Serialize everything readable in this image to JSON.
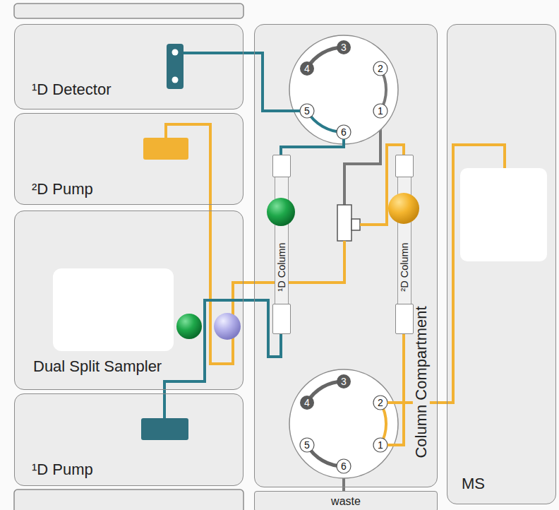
{
  "diagram": {
    "nodes": [
      {
        "text": [
          "¹D Detector"
        ]
      },
      {
        "text": [
          "²D Pump"
        ]
      },
      {
        "text": [
          "Dual Split Sampler"
        ]
      },
      {
        "text": [
          "¹D Pump"
        ]
      },
      {
        "text": [
          "Column Compartment"
        ]
      },
      {
        "text": [
          "¹D Column"
        ],
        "in": 4
      },
      {
        "text": [
          "²D Column"
        ],
        "in": 4
      },
      {
        "text": [
          "waste"
        ]
      },
      {
        "text": [
          "MS"
        ]
      }
    ],
    "edges": [
      {
        "from": 3,
        "to": 2,
        "arrow": "none"
      },
      {
        "from": 1,
        "to": 2,
        "arrow": "none"
      },
      {
        "from": 2,
        "to": 5,
        "arrow": "none"
      },
      {
        "from": 2,
        "to": 6,
        "arrow": "none"
      },
      {
        "from": 5,
        "to": 0,
        "arrow": "none"
      },
      {
        "from": 6,
        "to": 8,
        "arrow": "none"
      }
    ],
    "labels": [
      "3",
      "4",
      "2",
      "5",
      "1",
      "6",
      "3",
      "4",
      "2",
      "5",
      "1",
      "6"
    ]
  }
}
